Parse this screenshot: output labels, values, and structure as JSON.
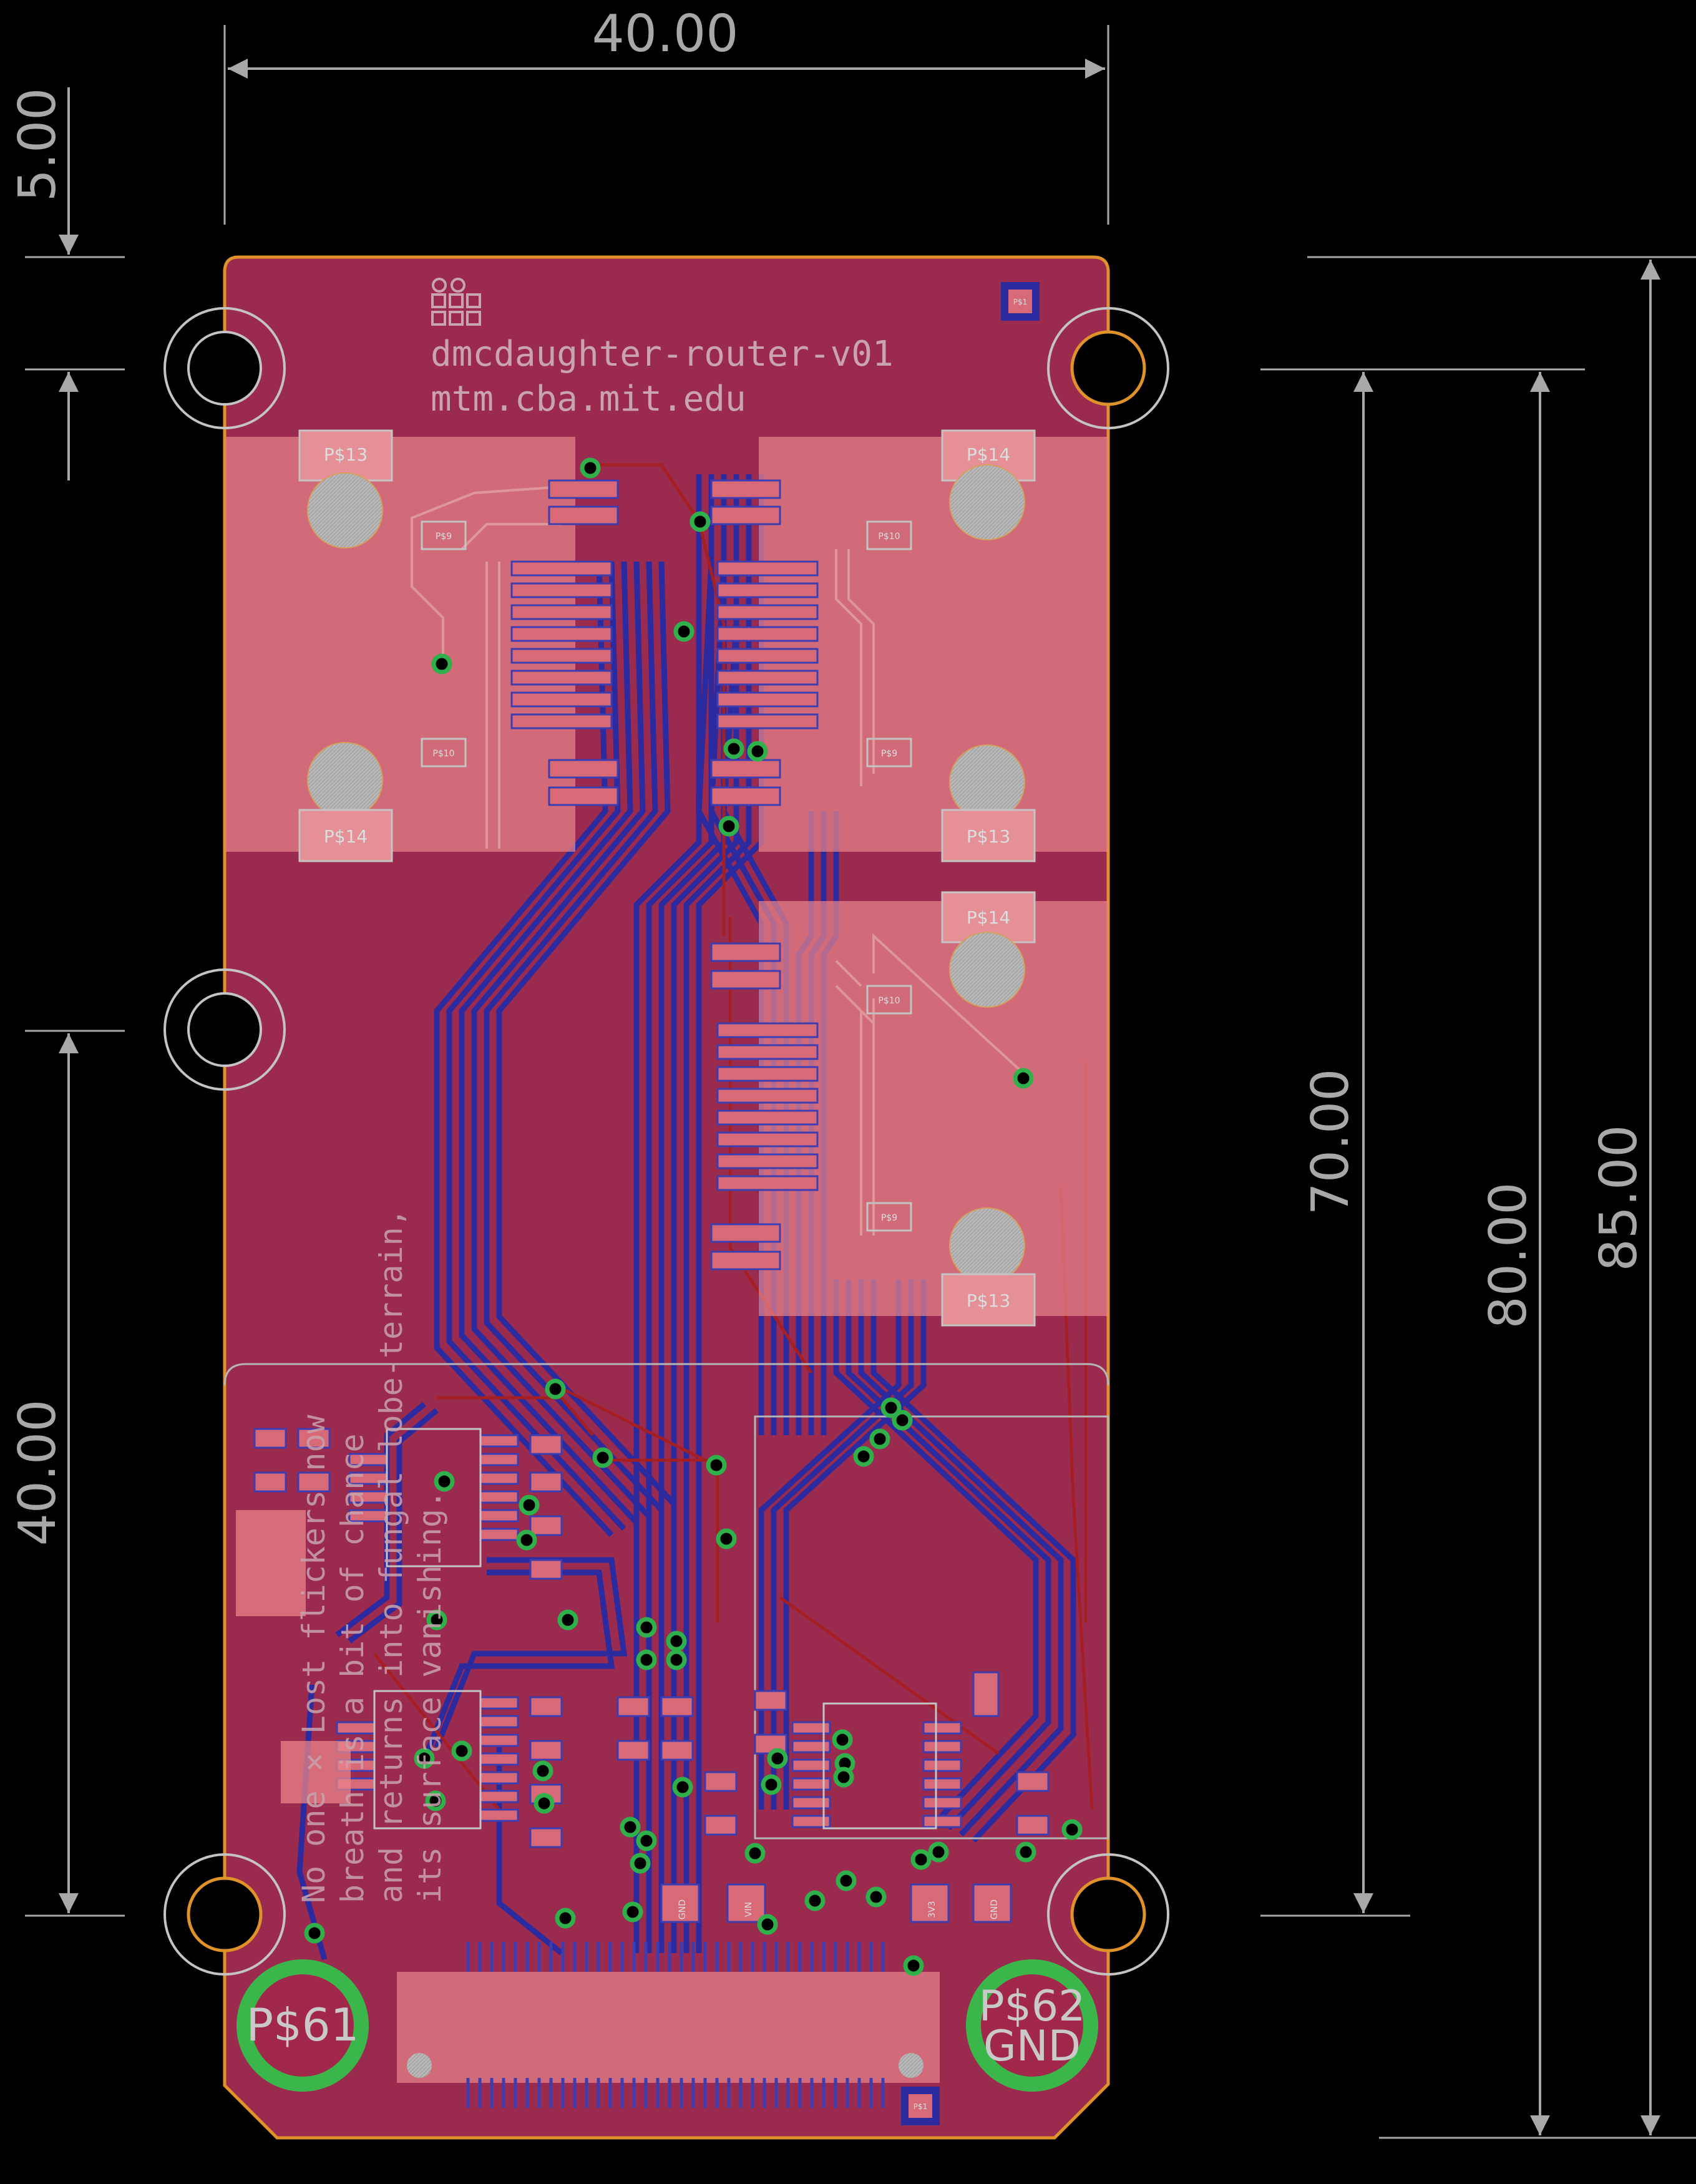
{
  "dimensions": {
    "top_width": "40.00",
    "top_left_offset": "5.00",
    "left_lower": "40.00",
    "right_inner": "70.00",
    "right_middle": "80.00",
    "right_outer": "85.00"
  },
  "board": {
    "title": "dmcdaughter-router-v01",
    "url": "mtm.cba.mit.edu",
    "poem": [
      "No one × Lost flickers now",
      "breath is a bit of chance",
      "and returns into fungal lobe-terrain,",
      "its surface vanishing."
    ]
  },
  "connectors": {
    "top_left": {
      "p13": "P$13",
      "p14": "P$14",
      "p9": "P$9",
      "p10": "P$10"
    },
    "top_right": {
      "p14": "P$14",
      "p13": "P$13",
      "p10": "P$10",
      "p9": "P$9"
    },
    "mid_right": {
      "p14": "P$14",
      "p13": "P$13",
      "p10": "P$10",
      "p9": "P$9"
    }
  },
  "power_pads": {
    "left": "P$61",
    "right_top": "P$62",
    "right_bottom": "GND"
  },
  "small_pads": {
    "top_right": "P$1",
    "bottom": "P$1"
  },
  "bottom_parts": {
    "gnd_a": "GND",
    "v_a": "VIN",
    "v_b": "3V3",
    "gnd_b": "GND"
  },
  "colors": {
    "board_fill": "#9b2b4e",
    "bottom_copper": "#2b2a9e",
    "top_copper": "#a31f24",
    "silk": "#c9c9c9",
    "pad_overlay": "#e8848a",
    "outline": "#e0922a",
    "via": "#2fb04a",
    "power_pad": "#3bb64b"
  }
}
